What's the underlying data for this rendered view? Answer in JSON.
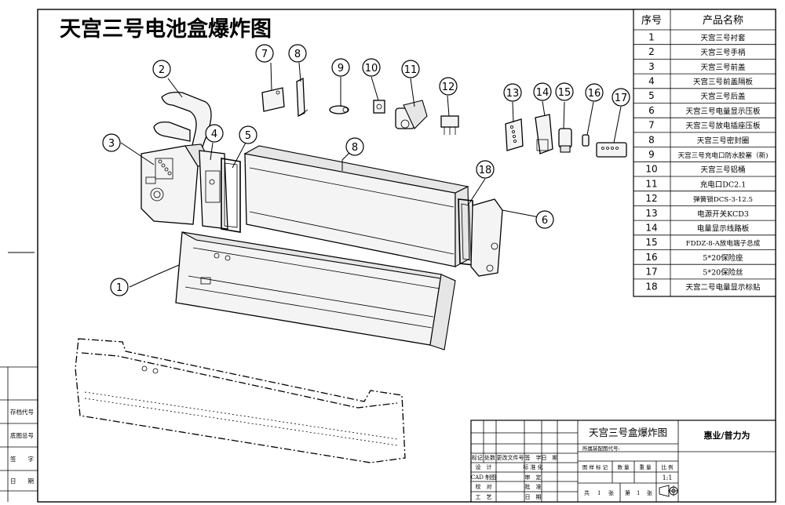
{
  "title": "天宫三号电池盒爆炸图",
  "bom": {
    "header_no": "序号",
    "header_name": "产品名称",
    "rows": [
      {
        "no": "1",
        "name": "天宫三号衬套"
      },
      {
        "no": "2",
        "name": "天宫三号手柄"
      },
      {
        "no": "3",
        "name": "天宫三号前盖"
      },
      {
        "no": "4",
        "name": "天宫三号前盖隔板"
      },
      {
        "no": "5",
        "name": "天宫三号后盖"
      },
      {
        "no": "6",
        "name": "天宫三号电量显示压板"
      },
      {
        "no": "7",
        "name": "天宫三号放电插座压板"
      },
      {
        "no": "8",
        "name": "天宫三号密封圈"
      },
      {
        "no": "9",
        "name": "天宫三号充电口防水胶塞（新)"
      },
      {
        "no": "10",
        "name": "天宫三号铝桶"
      },
      {
        "no": "11",
        "name": "充电口DC2.1"
      },
      {
        "no": "12",
        "name": "弹簧锁DCS-3-12.5"
      },
      {
        "no": "13",
        "name": "电源开关KCD3"
      },
      {
        "no": "14",
        "name": "电量显示线路板"
      },
      {
        "no": "15",
        "name": "FDDZ-8-A放电端子总成"
      },
      {
        "no": "16",
        "name": "5*20保险座"
      },
      {
        "no": "17",
        "name": "5*20保险丝"
      },
      {
        "no": "18",
        "name": "天宫二号电量显示标贴"
      }
    ]
  },
  "callouts": [
    "1",
    "2",
    "3",
    "4",
    "5",
    "6",
    "7",
    "8",
    "9",
    "10",
    "11",
    "12",
    "13",
    "14",
    "15",
    "16",
    "17",
    "8",
    "18"
  ],
  "side_labels": [
    "存档代号",
    "底图总号",
    "签　　字",
    "日　　期"
  ],
  "title_block": {
    "drawing_name": "天宫三号盒爆炸图",
    "company": "惠业/普力为",
    "assembly_code_label": "所属装配图代号:",
    "rev_headers": [
      "标记",
      "处数",
      "更改文件号",
      "签　字",
      "日　期"
    ],
    "sign_rows": [
      [
        "设　计",
        "标 准 化"
      ],
      [
        "CAD 制图",
        "审　定"
      ],
      [
        "校　对",
        "批　准"
      ],
      [
        "工　艺",
        "日　期"
      ]
    ],
    "spec_headers": [
      "图 样 标 记",
      "数 量",
      "重 量",
      "比 例"
    ],
    "scale": "1:1",
    "sheet_total_prefix": "共",
    "sheet_total": "1",
    "sheet_total_suffix": "张",
    "sheet_no_prefix": "第",
    "sheet_no": "1",
    "sheet_no_suffix": "张"
  }
}
